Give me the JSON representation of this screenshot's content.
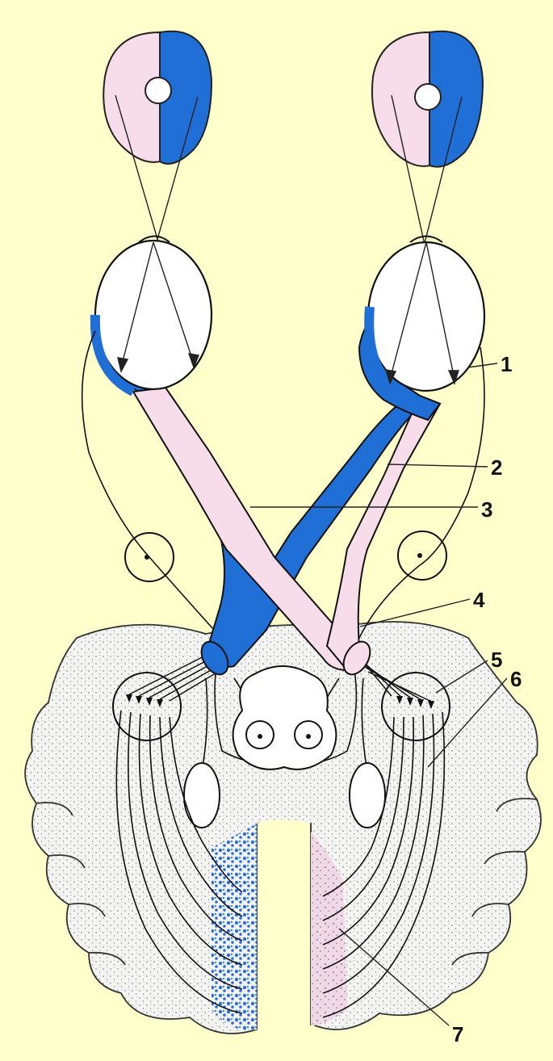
{
  "colors": {
    "page_background": "#FFFFCC",
    "temporal_field_blue": "#1F6FD6",
    "nasal_field_pink": "#F7DDEA",
    "brain_stipple": "#EFEFEF",
    "line": "#111111",
    "cortex_blue": "#2A6FE0"
  },
  "labels": [
    {
      "id": "1",
      "text": "1"
    },
    {
      "id": "2",
      "text": "2"
    },
    {
      "id": "3",
      "text": "3"
    },
    {
      "id": "4",
      "text": "4"
    },
    {
      "id": "5",
      "text": "5"
    },
    {
      "id": "6",
      "text": "6"
    },
    {
      "id": "7",
      "text": "7"
    }
  ]
}
